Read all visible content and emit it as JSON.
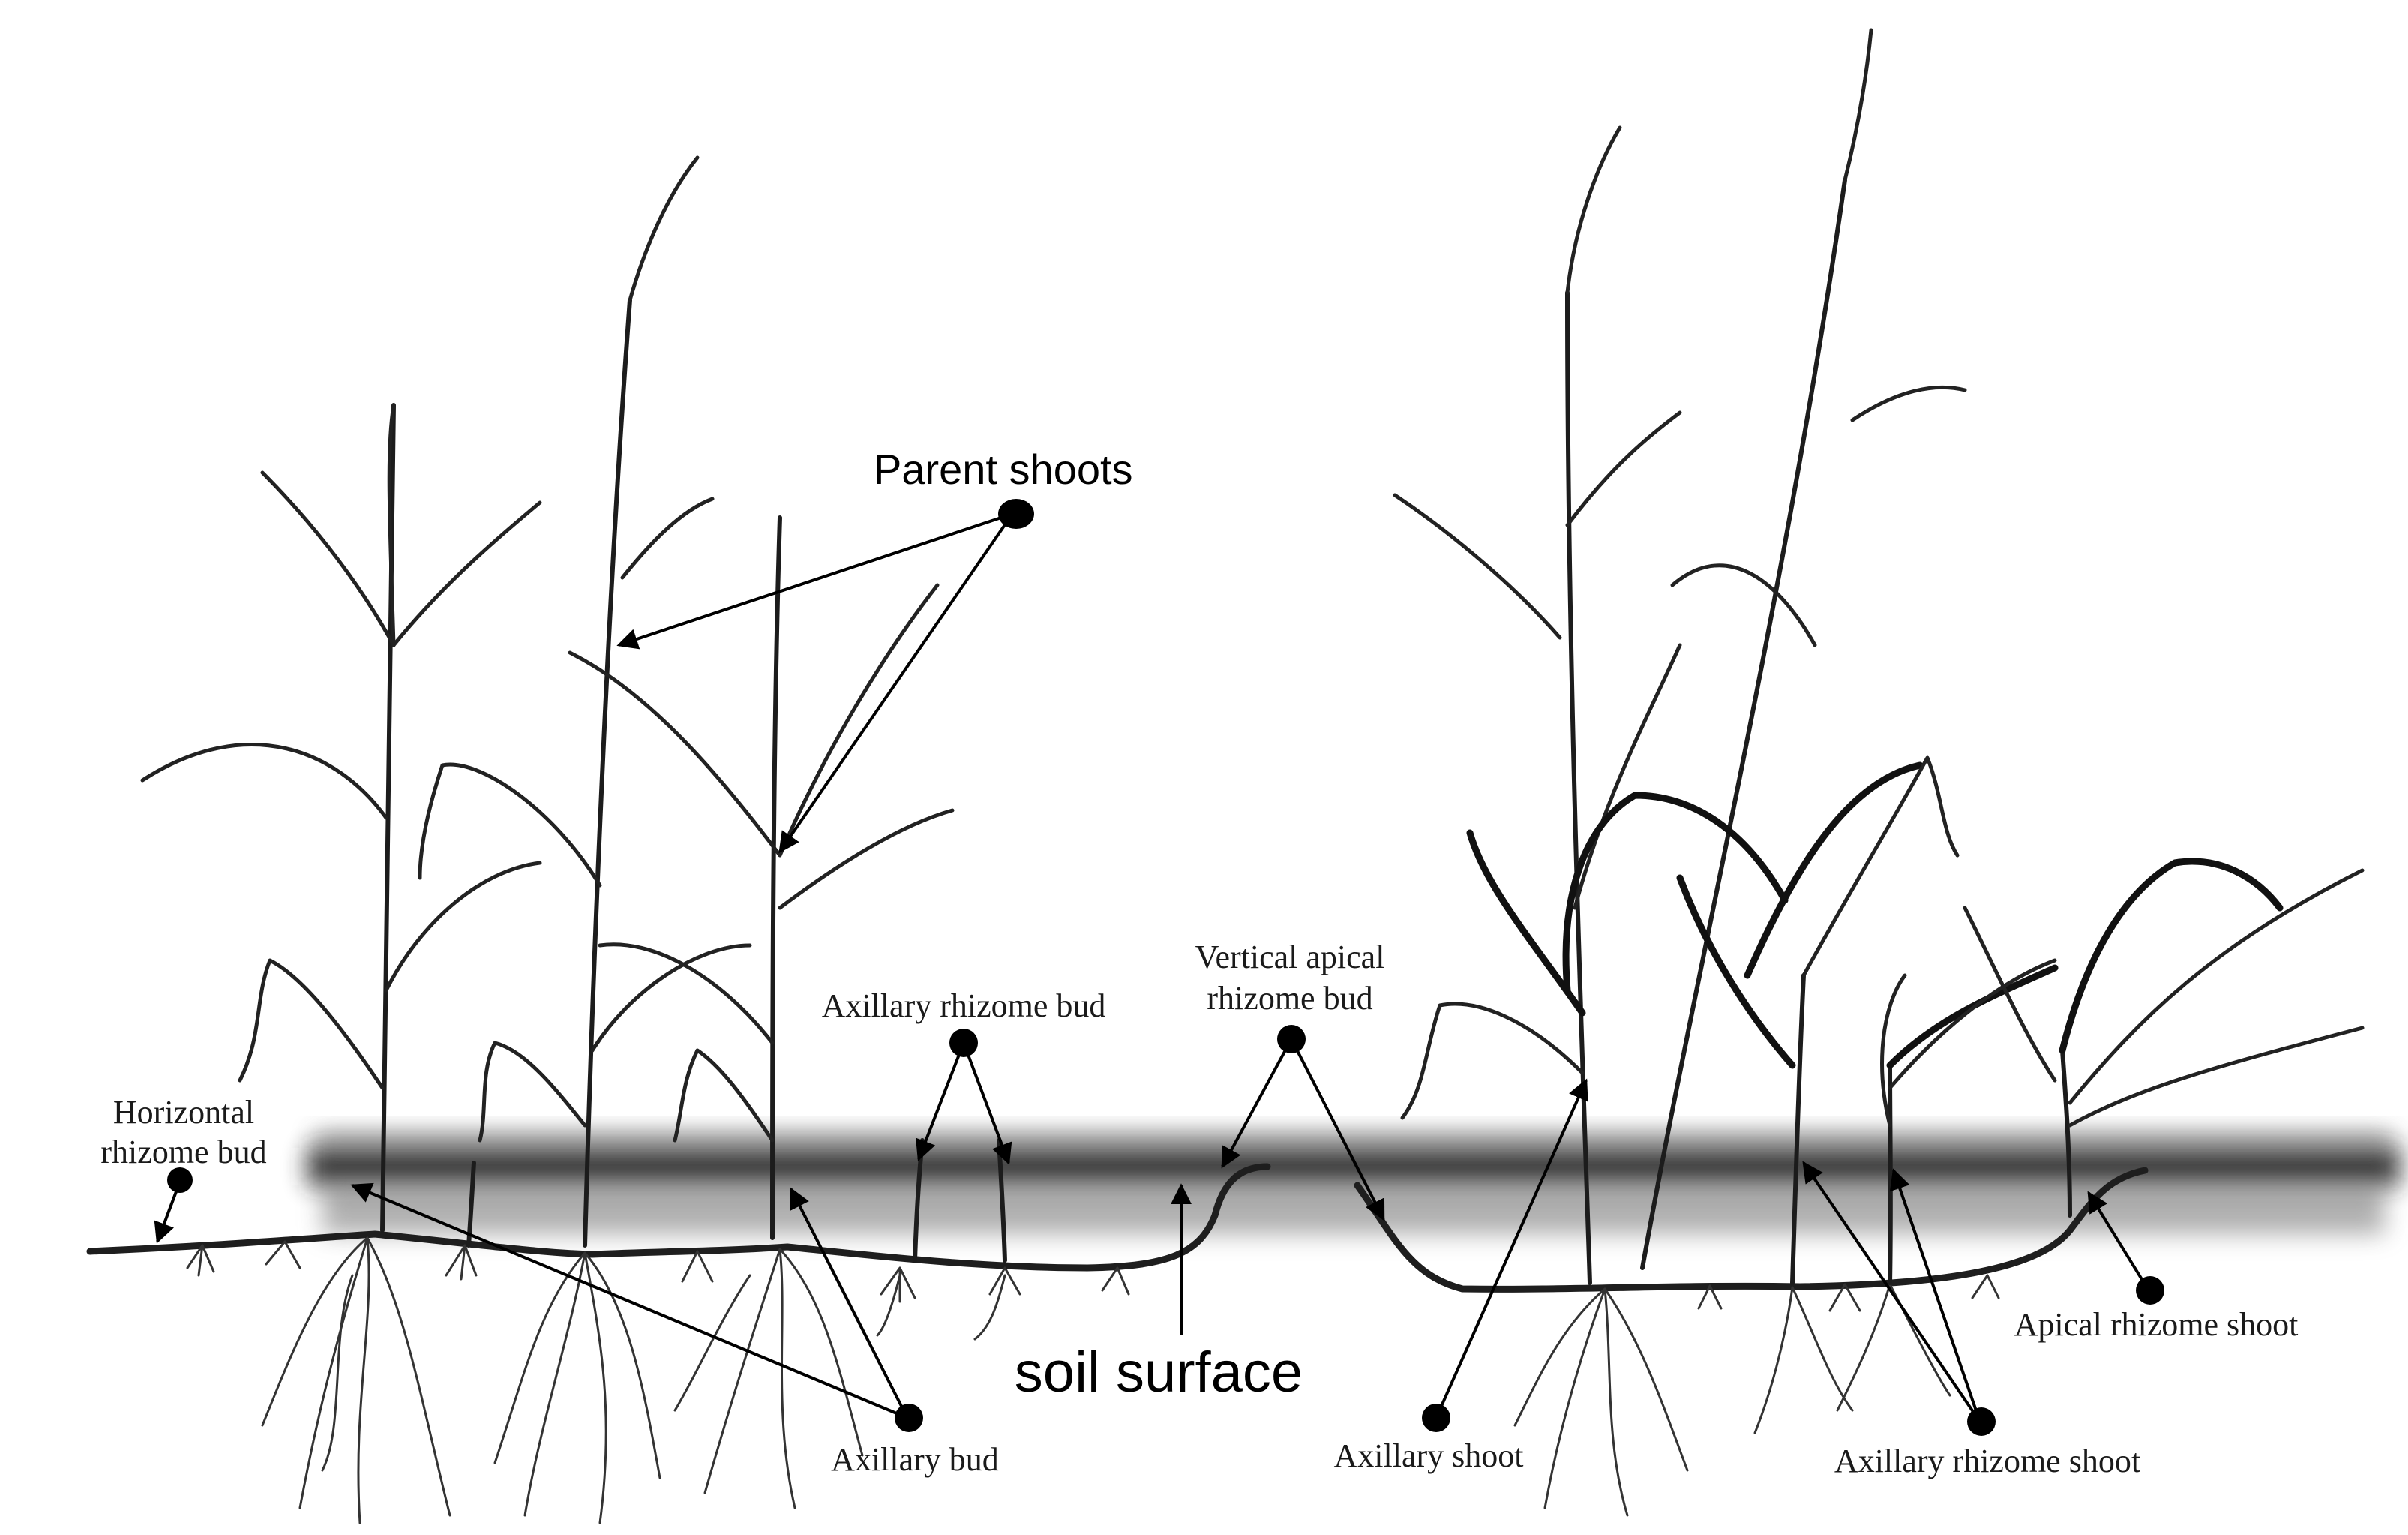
{
  "labels": {
    "parent_shoots": "Parent shoots",
    "horizontal_rhizome_bud_line1": "Horizontal",
    "horizontal_rhizome_bud_line2": "rhizome bud",
    "axillary_rhizome_bud": "Axillary rhizome bud",
    "vertical_apical_line1": "Vertical apical",
    "vertical_apical_line2": "rhizome bud",
    "soil_surface": "soil surface",
    "axillary_bud": "Axillary bud",
    "axillary_shoot": "Axillary shoot",
    "axillary_rhizome_shoot": "Axillary rhizome shoot",
    "apical_rhizome_shoot": "Apical rhizome shoot"
  },
  "colors": {
    "line": "#000000",
    "soil": "#2a2a2a",
    "background": "#ffffff"
  }
}
